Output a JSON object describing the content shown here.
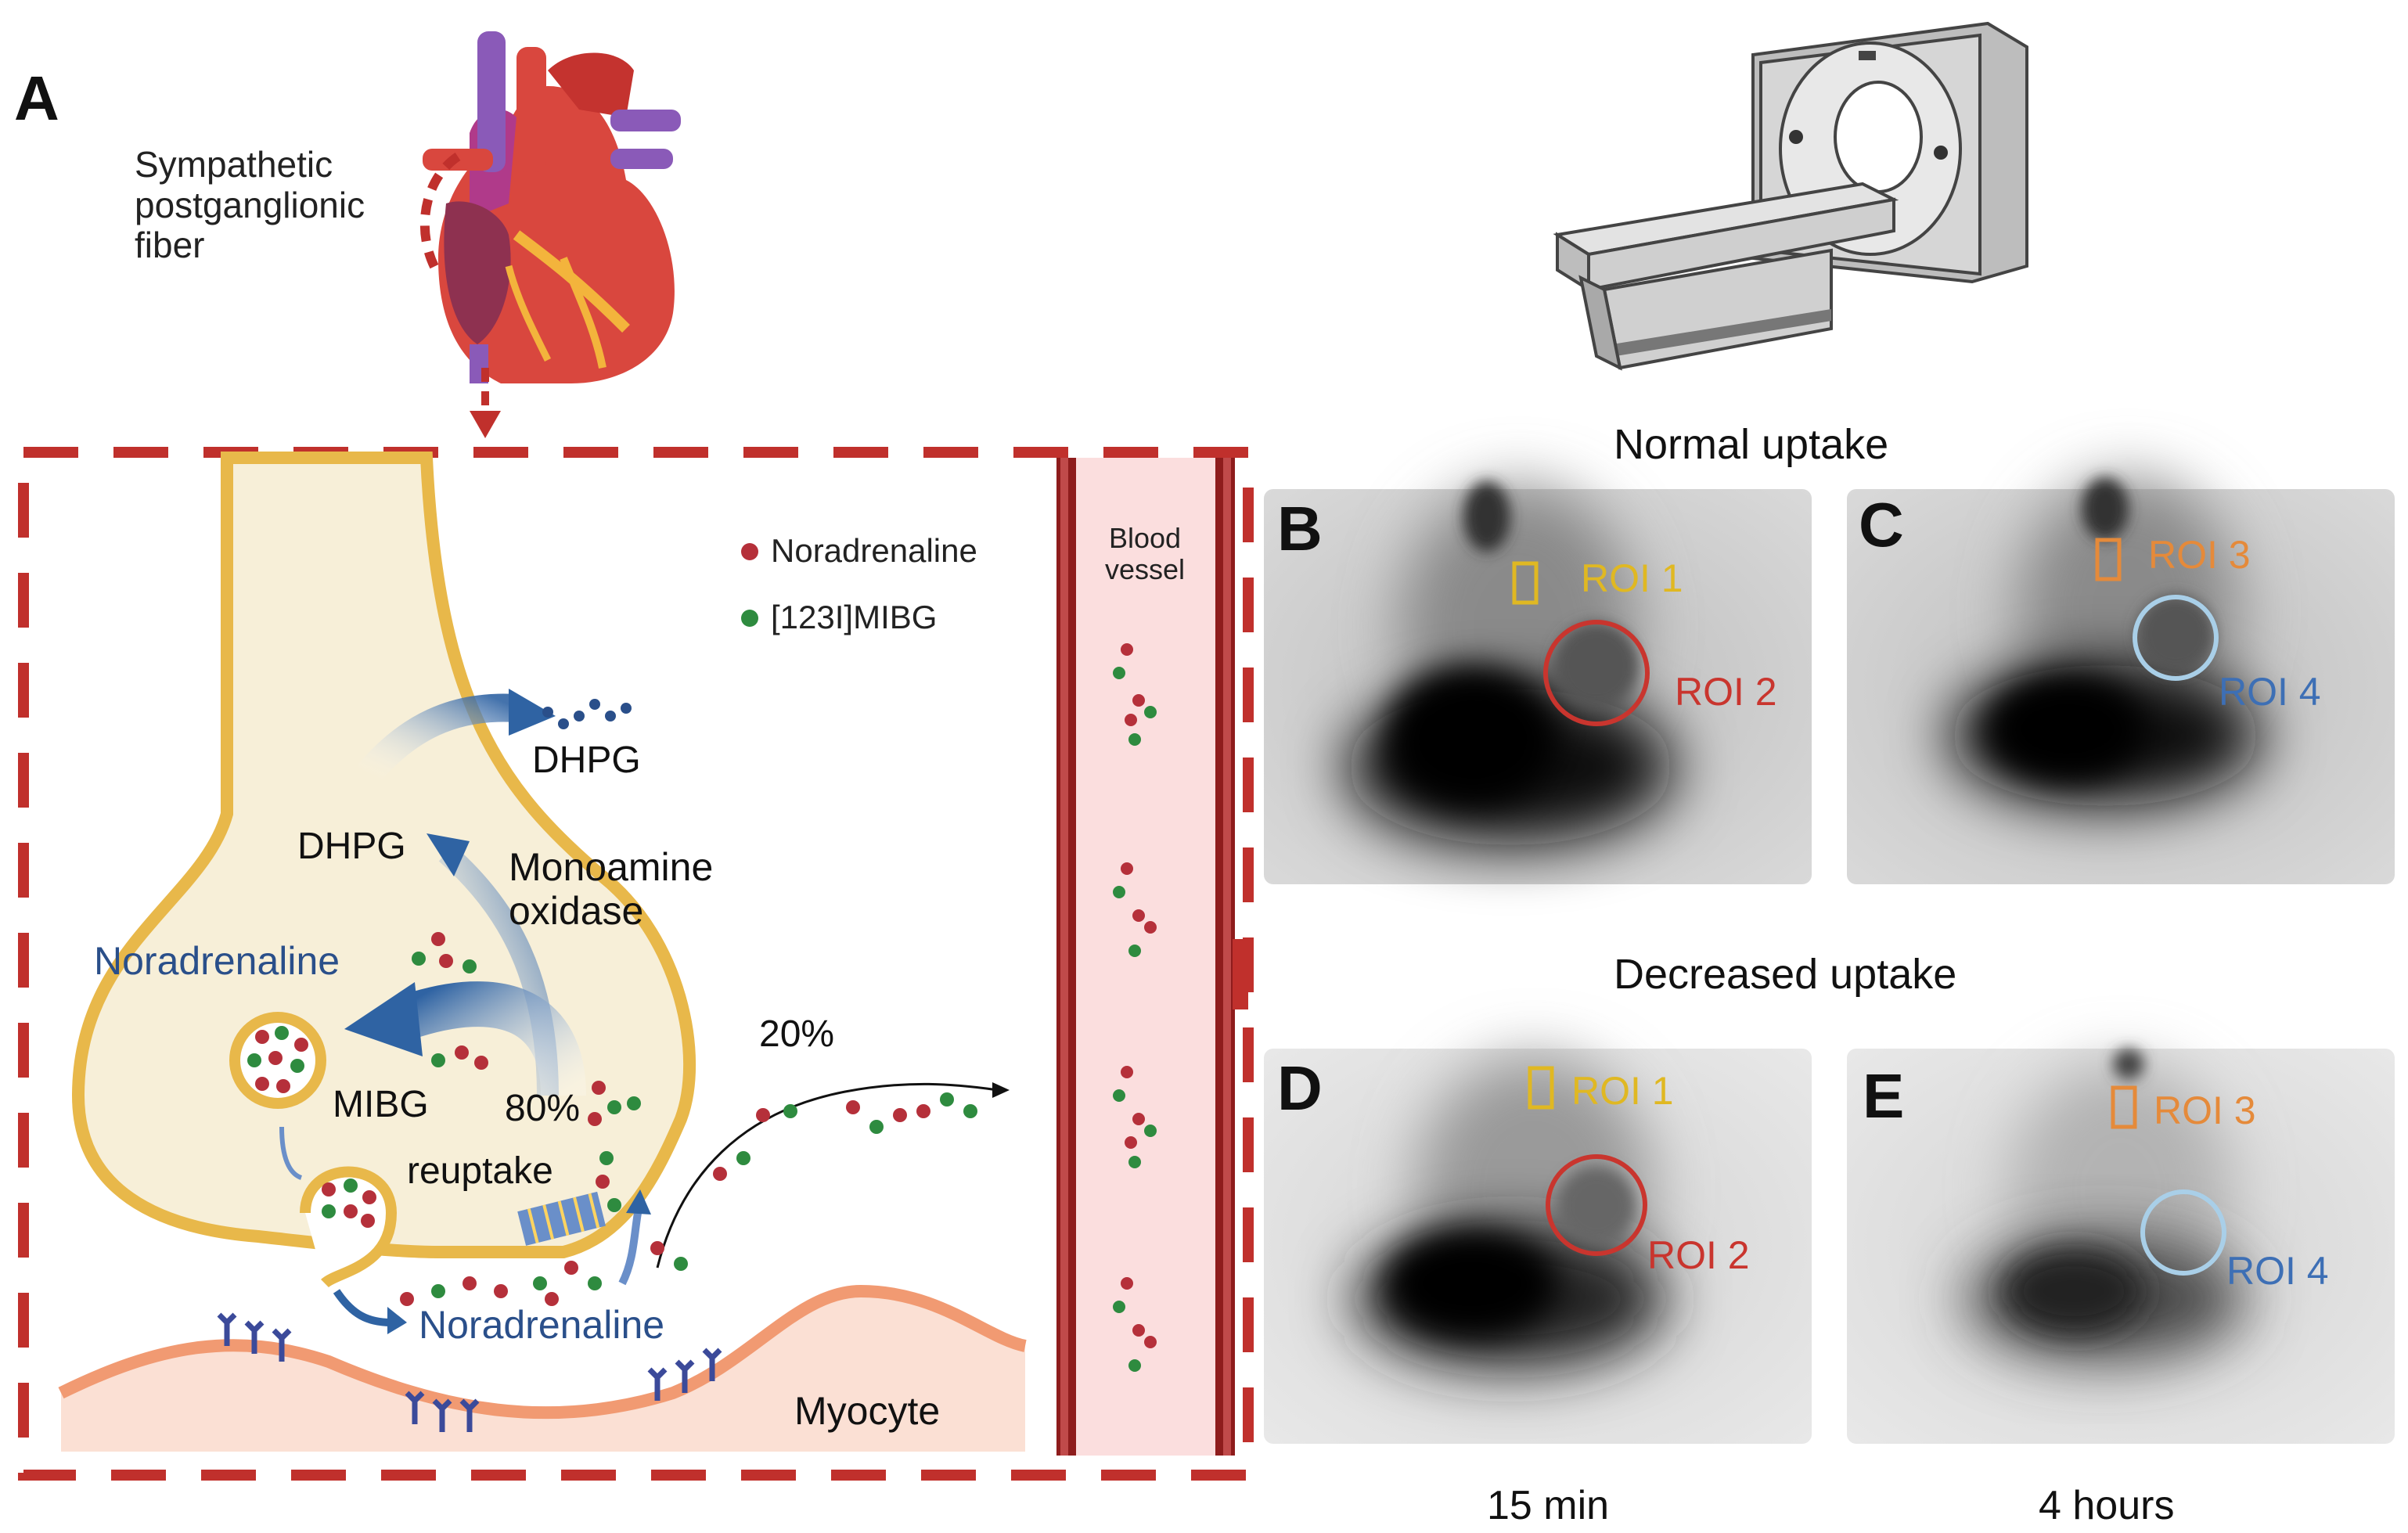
{
  "panel_a": {
    "letter": "A",
    "fiber_label": [
      "Sympathetic",
      "postganglionic",
      "fiber"
    ],
    "legend": [
      {
        "label": "Noradrenaline",
        "color": "#b5303a"
      },
      {
        "label": "[123I]MIBG",
        "color": "#2e8b3f"
      }
    ],
    "blood_vessel_label": [
      "Blood",
      "vessel"
    ],
    "dhpg_outside": "DHPG",
    "dhpg_inside": "DHPG",
    "enzyme": [
      "Monoamine",
      "oxidase"
    ],
    "noradrenaline_top": "Noradrenaline",
    "noradrenaline_bottom": "Noradrenaline",
    "mibg": "MIBG",
    "percent_reuptake": "80%",
    "reuptake": "reuptake",
    "percent_escape": "20%",
    "myocyte": "Myocyte"
  },
  "scans": {
    "normal_title": "Normal uptake",
    "decreased_title": "Decreased uptake",
    "panels": [
      {
        "letter": "B",
        "roi_rect": "ROI  1",
        "roi_circle": "ROI 2"
      },
      {
        "letter": "C",
        "roi_rect": "ROI  3",
        "roi_circle": "ROI 4"
      },
      {
        "letter": "D",
        "roi_rect": "ROI  1",
        "roi_circle": "ROI 2"
      },
      {
        "letter": "E",
        "roi_rect": "ROI  3",
        "roi_circle": "ROI 4"
      }
    ],
    "time_labels": [
      "15 min",
      "4 hours"
    ]
  },
  "colors": {
    "dash_frame": "#c0302c",
    "neuron_outline": "#e8b84a",
    "neuron_fill": "#f7efd8",
    "myocyte": "#f19a72",
    "vessel_wall": "#8e1c1c",
    "vessel_lumen": "#fbdede",
    "arrow_blue": "#2f63a3",
    "roi1": "#e0b822",
    "roi2": "#c9352e",
    "roi3": "#e58a3a",
    "roi4_circle": "#a9cfe8",
    "roi4_text": "#3d6fb5"
  }
}
